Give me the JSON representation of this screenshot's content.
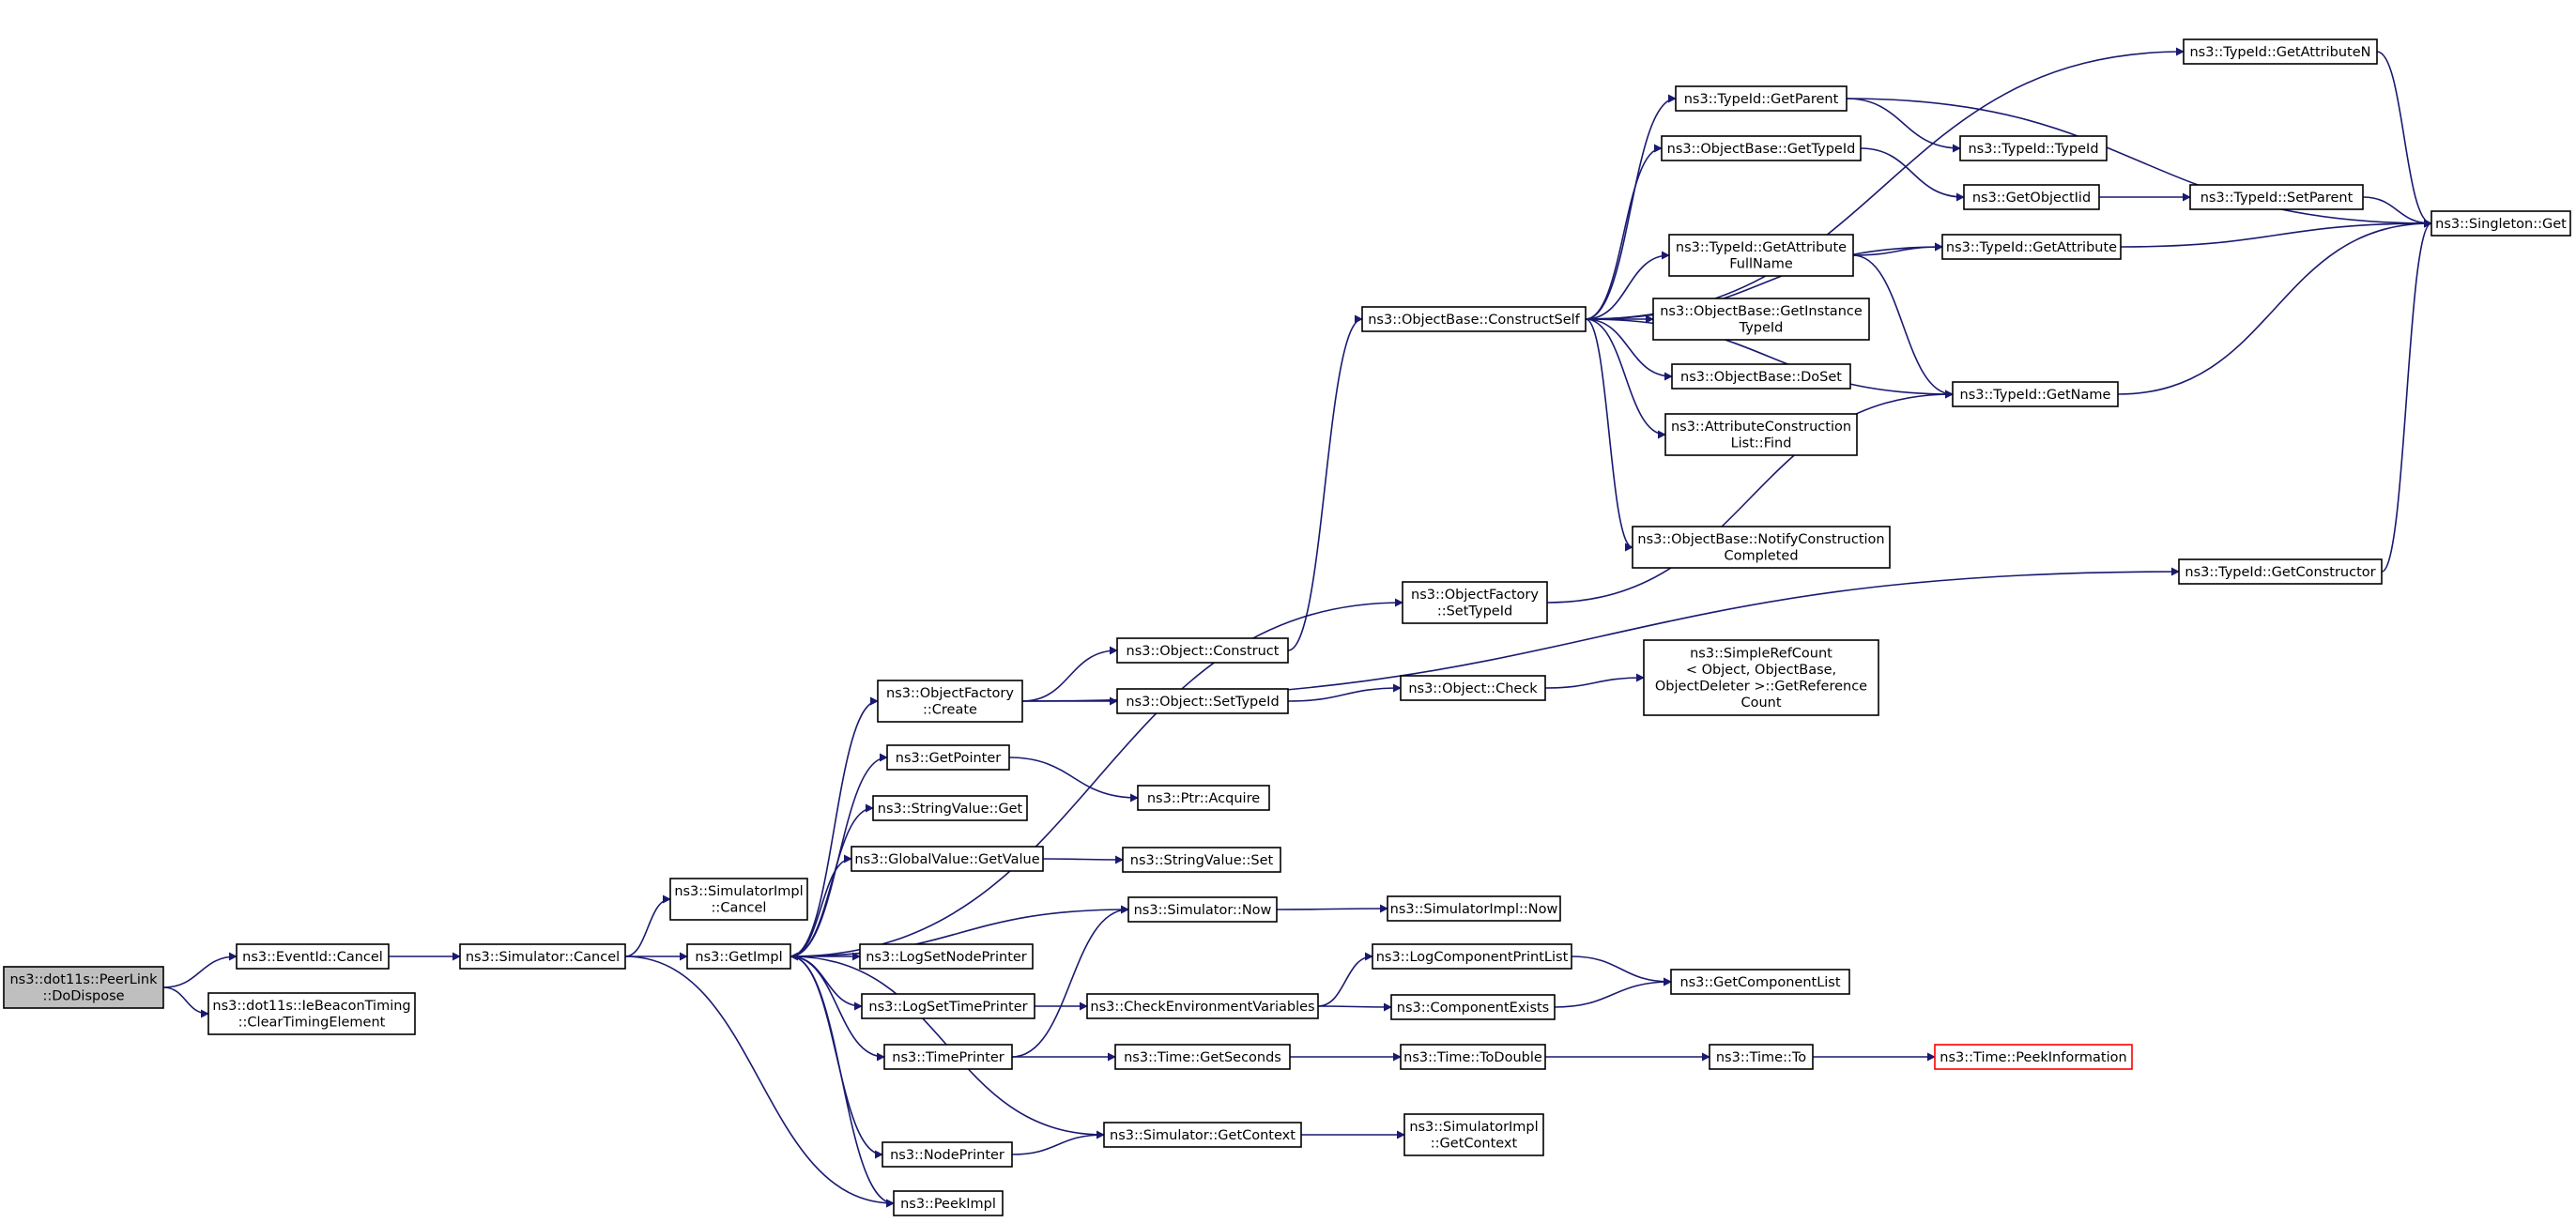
{
  "colors": {
    "edge": "#191970",
    "root_fill": "#bfbfbf",
    "unresolved_border": "#ff0000"
  },
  "nodes": [
    {
      "id": "root",
      "lines": [
        "ns3::dot11s::PeerLink",
        "::DoDispose"
      ],
      "root": true
    },
    {
      "id": "eventid_cancel",
      "lines": [
        "ns3::EventId::Cancel"
      ]
    },
    {
      "id": "clear_timing",
      "lines": [
        "ns3::dot11s::IeBeaconTiming",
        "::ClearTimingElement"
      ]
    },
    {
      "id": "sim_cancel",
      "lines": [
        "ns3::Simulator::Cancel"
      ]
    },
    {
      "id": "simimpl_cancel",
      "lines": [
        "ns3::SimulatorImpl",
        "::Cancel"
      ]
    },
    {
      "id": "getimpl",
      "lines": [
        "ns3::GetImpl"
      ]
    },
    {
      "id": "peekimpl",
      "lines": [
        "ns3::PeekImpl"
      ]
    },
    {
      "id": "objfactory_create",
      "lines": [
        "ns3::ObjectFactory",
        "::Create"
      ]
    },
    {
      "id": "getpointer",
      "lines": [
        "ns3::GetPointer"
      ]
    },
    {
      "id": "stringvalue_get",
      "lines": [
        "ns3::StringValue::Get"
      ]
    },
    {
      "id": "globalvalue_getvalue",
      "lines": [
        "ns3::GlobalValue::GetValue"
      ]
    },
    {
      "id": "logsetnodeprinter",
      "lines": [
        "ns3::LogSetNodePrinter"
      ]
    },
    {
      "id": "logsettimeprinter",
      "lines": [
        "ns3::LogSetTimePrinter"
      ]
    },
    {
      "id": "timeprinter",
      "lines": [
        "ns3::TimePrinter"
      ]
    },
    {
      "id": "nodeprinter",
      "lines": [
        "ns3::NodePrinter"
      ]
    },
    {
      "id": "object_construct",
      "lines": [
        "ns3::Object::Construct"
      ]
    },
    {
      "id": "object_settypeid",
      "lines": [
        "ns3::Object::SetTypeId"
      ]
    },
    {
      "id": "ptr_acquire",
      "lines": [
        "ns3::Ptr::Acquire"
      ]
    },
    {
      "id": "stringvalue_set",
      "lines": [
        "ns3::StringValue::Set"
      ]
    },
    {
      "id": "simulator_now",
      "lines": [
        "ns3::Simulator::Now"
      ]
    },
    {
      "id": "checkenv",
      "lines": [
        "ns3::CheckEnvironmentVariables"
      ]
    },
    {
      "id": "time_getseconds",
      "lines": [
        "ns3::Time::GetSeconds"
      ]
    },
    {
      "id": "sim_getcontext",
      "lines": [
        "ns3::Simulator::GetContext"
      ]
    },
    {
      "id": "objbase_constructself",
      "lines": [
        "ns3::ObjectBase::ConstructSelf"
      ]
    },
    {
      "id": "objfactory_settypeid",
      "lines": [
        "ns3::ObjectFactory",
        "::SetTypeId"
      ]
    },
    {
      "id": "object_check",
      "lines": [
        "ns3::Object::Check"
      ]
    },
    {
      "id": "simimpl_now",
      "lines": [
        "ns3::SimulatorImpl::Now"
      ]
    },
    {
      "id": "logcomponentprintlist",
      "lines": [
        "ns3::LogComponentPrintList"
      ]
    },
    {
      "id": "componentexists",
      "lines": [
        "ns3::ComponentExists"
      ]
    },
    {
      "id": "time_todouble",
      "lines": [
        "ns3::Time::ToDouble"
      ]
    },
    {
      "id": "simimpl_getcontext",
      "lines": [
        "ns3::SimulatorImpl",
        "::GetContext"
      ]
    },
    {
      "id": "typeid_getparent",
      "lines": [
        "ns3::TypeId::GetParent"
      ]
    },
    {
      "id": "objbase_gettypeid",
      "lines": [
        "ns3::ObjectBase::GetTypeId"
      ]
    },
    {
      "id": "typeid_getattrfullname",
      "lines": [
        "ns3::TypeId::GetAttribute",
        "FullName"
      ]
    },
    {
      "id": "objbase_getinstancetypeid",
      "lines": [
        "ns3::ObjectBase::GetInstance",
        "TypeId"
      ]
    },
    {
      "id": "objbase_doset",
      "lines": [
        "ns3::ObjectBase::DoSet"
      ]
    },
    {
      "id": "attrconstructionlist_find",
      "lines": [
        "ns3::AttributeConstruction",
        "List::Find"
      ]
    },
    {
      "id": "objbase_notify",
      "lines": [
        "ns3::ObjectBase::NotifyConstruction",
        "Completed"
      ]
    },
    {
      "id": "simplerefcount",
      "lines": [
        "ns3::SimpleRefCount",
        "< Object, ObjectBase,",
        "ObjectDeleter >::GetReference",
        "Count"
      ]
    },
    {
      "id": "getcomponentlist",
      "lines": [
        "ns3::GetComponentList"
      ]
    },
    {
      "id": "time_to",
      "lines": [
        "ns3::Time::To"
      ]
    },
    {
      "id": "typeid_getattributen",
      "lines": [
        "ns3::TypeId::GetAttributeN"
      ]
    },
    {
      "id": "typeid_typeid",
      "lines": [
        "ns3::TypeId::TypeId"
      ]
    },
    {
      "id": "getobjectiid",
      "lines": [
        "ns3::GetObjectIid"
      ]
    },
    {
      "id": "typeid_getattribute",
      "lines": [
        "ns3::TypeId::GetAttribute"
      ]
    },
    {
      "id": "typeid_getname",
      "lines": [
        "ns3::TypeId::GetName"
      ]
    },
    {
      "id": "typeid_getconstructor",
      "lines": [
        "ns3::TypeId::GetConstructor"
      ]
    },
    {
      "id": "time_peekinformation",
      "lines": [
        "ns3::Time::PeekInformation"
      ],
      "unresolved": true
    },
    {
      "id": "typeid_setparent",
      "lines": [
        "ns3::TypeId::SetParent"
      ]
    },
    {
      "id": "singleton_get",
      "lines": [
        "ns3::Singleton::Get"
      ]
    }
  ],
  "edges": [
    [
      "root",
      "eventid_cancel"
    ],
    [
      "root",
      "clear_timing"
    ],
    [
      "eventid_cancel",
      "sim_cancel"
    ],
    [
      "sim_cancel",
      "simimpl_cancel"
    ],
    [
      "sim_cancel",
      "getimpl"
    ],
    [
      "sim_cancel",
      "peekimpl"
    ],
    [
      "getimpl",
      "objfactory_create"
    ],
    [
      "getimpl",
      "getpointer"
    ],
    [
      "getimpl",
      "stringvalue_get"
    ],
    [
      "getimpl",
      "globalvalue_getvalue"
    ],
    [
      "getimpl",
      "simulator_now"
    ],
    [
      "getimpl",
      "logsetnodeprinter"
    ],
    [
      "getimpl",
      "logsettimeprinter"
    ],
    [
      "getimpl",
      "timeprinter"
    ],
    [
      "getimpl",
      "nodeprinter"
    ],
    [
      "getimpl",
      "peekimpl"
    ],
    [
      "getimpl",
      "objfactory_settypeid"
    ],
    [
      "objfactory_create",
      "object_construct"
    ],
    [
      "objfactory_create",
      "object_settypeid"
    ],
    [
      "objfactory_create",
      "typeid_getconstructor"
    ],
    [
      "getpointer",
      "ptr_acquire"
    ],
    [
      "globalvalue_getvalue",
      "stringvalue_set"
    ],
    [
      "simulator_now",
      "simimpl_now"
    ],
    [
      "logsettimeprinter",
      "checkenv"
    ],
    [
      "timeprinter",
      "simulator_now"
    ],
    [
      "timeprinter",
      "time_getseconds"
    ],
    [
      "nodeprinter",
      "sim_getcontext"
    ],
    [
      "sim_getcontext",
      "getimpl"
    ],
    [
      "sim_getcontext",
      "simimpl_getcontext"
    ],
    [
      "object_construct",
      "objbase_constructself"
    ],
    [
      "object_settypeid",
      "object_check"
    ],
    [
      "object_check",
      "simplerefcount"
    ],
    [
      "checkenv",
      "logcomponentprintlist"
    ],
    [
      "checkenv",
      "componentexists"
    ],
    [
      "logcomponentprintlist",
      "getcomponentlist"
    ],
    [
      "componentexists",
      "getcomponentlist"
    ],
    [
      "time_getseconds",
      "time_todouble"
    ],
    [
      "time_todouble",
      "time_to"
    ],
    [
      "time_to",
      "time_peekinformation"
    ],
    [
      "objfactory_settypeid",
      "typeid_getname"
    ],
    [
      "objbase_constructself",
      "typeid_getattributen"
    ],
    [
      "objbase_constructself",
      "typeid_getparent"
    ],
    [
      "objbase_constructself",
      "objbase_gettypeid"
    ],
    [
      "objbase_constructself",
      "typeid_getattribute"
    ],
    [
      "objbase_constructself",
      "typeid_getattrfullname"
    ],
    [
      "objbase_constructself",
      "objbase_getinstancetypeid"
    ],
    [
      "objbase_constructself",
      "objbase_doset"
    ],
    [
      "objbase_constructself",
      "attrconstructionlist_find"
    ],
    [
      "objbase_constructself",
      "objbase_notify"
    ],
    [
      "objbase_constructself",
      "typeid_getname"
    ],
    [
      "typeid_getparent",
      "typeid_typeid"
    ],
    [
      "typeid_getparent",
      "singleton_get"
    ],
    [
      "objbase_gettypeid",
      "getobjectiid"
    ],
    [
      "getobjectiid",
      "typeid_setparent"
    ],
    [
      "typeid_setparent",
      "singleton_get"
    ],
    [
      "typeid_getattrfullname",
      "typeid_getattribute"
    ],
    [
      "typeid_getattrfullname",
      "typeid_getname"
    ],
    [
      "typeid_getattribute",
      "singleton_get"
    ],
    [
      "typeid_getname",
      "singleton_get"
    ],
    [
      "typeid_getattributen",
      "singleton_get"
    ],
    [
      "typeid_getconstructor",
      "singleton_get"
    ]
  ]
}
